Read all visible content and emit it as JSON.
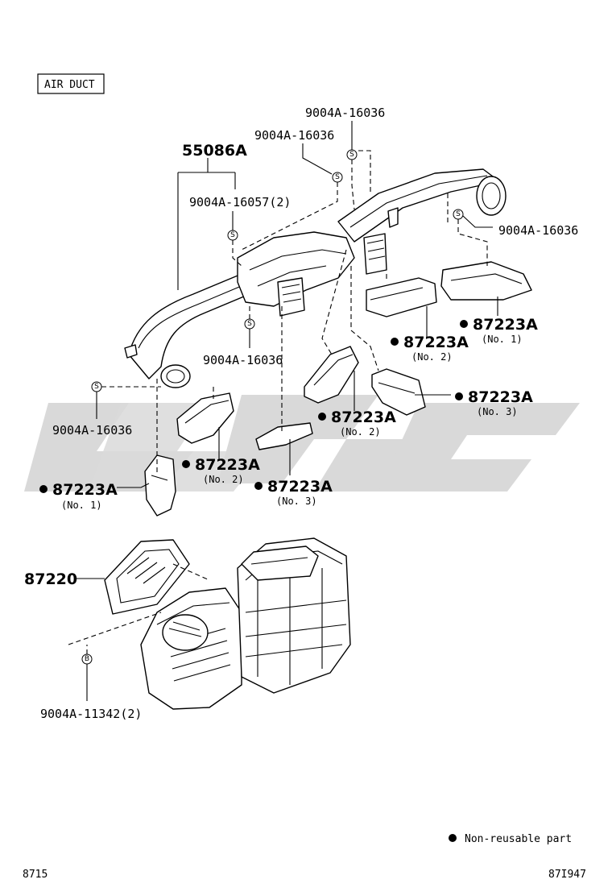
{
  "section_label": "AIR DUCT",
  "callouts": {
    "c_55086A": "55086A",
    "c_9004A_16057": "9004A-16057(2)",
    "c_9004A_16036_top1": "9004A-16036",
    "c_9004A_16036_top2": "9004A-16036",
    "c_9004A_16036_right": "9004A-16036",
    "c_9004A_16036_mid": "9004A-16036",
    "c_9004A_16036_left": "9004A-16036",
    "c_87223A_r_no1": "87223A",
    "c_87223A_r_no1_sub": "(No. 1)",
    "c_87223A_c_no2": "87223A",
    "c_87223A_c_no2_sub": "(No. 2)",
    "c_87223A_r_no3": "87223A",
    "c_87223A_r_no3_sub": "(No. 3)",
    "c_87223A_m_no2": "87223A",
    "c_87223A_m_no2_sub": "(No. 2)",
    "c_87223A_l_no2": "87223A",
    "c_87223A_l_no2_sub": "(No. 2)",
    "c_87223A_m_no3": "87223A",
    "c_87223A_m_no3_sub": "(No. 3)",
    "c_87223A_l_no1": "87223A",
    "c_87223A_l_no1_sub": "(No. 1)",
    "c_87220": "87220",
    "c_9004A_11342": "9004A-11342(2)"
  },
  "screw_symbol_s": "S",
  "screw_symbol_b": "B",
  "legend_text": "Non-reusable part",
  "footer_left": "8715",
  "footer_right": "87I947"
}
